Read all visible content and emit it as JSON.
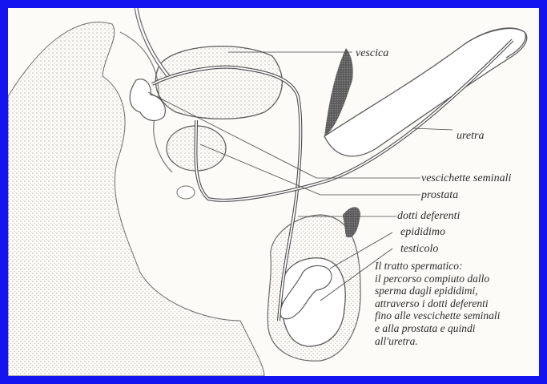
{
  "colors": {
    "frame": "#1414f0",
    "background": "#fcfbf7",
    "ink": "#2a2a2a"
  },
  "labels": {
    "vescica": "vescica",
    "uretra": "uretra",
    "vescichette": "vescichette seminali",
    "prostata": "prostata",
    "dotti": "dotti deferenti",
    "epididimo": "epididimo",
    "testicolo": "testicolo"
  },
  "caption": [
    "Il tratto spermatico:",
    "il percorso compiuto dallo",
    "sperma dagli epididimi,",
    "attraverso i dotti deferenti",
    "fino alle vescichette seminali",
    "e alla prostata e quindi",
    "all'uretra."
  ]
}
